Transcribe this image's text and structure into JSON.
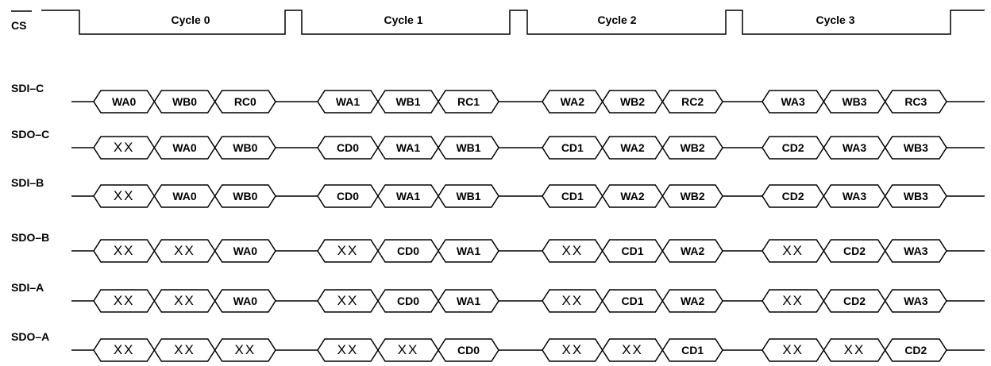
{
  "cs_label": "CS",
  "cycles": [
    "Cycle 0",
    "Cycle 1",
    "Cycle 2",
    "Cycle 3"
  ],
  "signals": [
    {
      "name": "SDI–C",
      "cycles": [
        [
          "WA0",
          "WB0",
          "RC0"
        ],
        [
          "WA1",
          "WB1",
          "RC1"
        ],
        [
          "WA2",
          "WB2",
          "RC2"
        ],
        [
          "WA3",
          "WB3",
          "RC3"
        ]
      ]
    },
    {
      "name": "SDO–C",
      "cycles": [
        [
          "XX",
          "WA0",
          "WB0"
        ],
        [
          "CD0",
          "WA1",
          "WB1"
        ],
        [
          "CD1",
          "WA2",
          "WB2"
        ],
        [
          "CD2",
          "WA3",
          "WB3"
        ]
      ]
    },
    {
      "name": "SDI–B",
      "cycles": [
        [
          "XX",
          "WA0",
          "WB0"
        ],
        [
          "CD0",
          "WA1",
          "WB1"
        ],
        [
          "CD1",
          "WA2",
          "WB2"
        ],
        [
          "CD2",
          "WA3",
          "WB3"
        ]
      ]
    },
    {
      "name": "SDO–B",
      "cycles": [
        [
          "XX",
          "XX",
          "WA0"
        ],
        [
          "XX",
          "CD0",
          "WA1"
        ],
        [
          "XX",
          "CD1",
          "WA2"
        ],
        [
          "XX",
          "CD2",
          "WA3"
        ]
      ]
    },
    {
      "name": "SDI–A",
      "cycles": [
        [
          "XX",
          "XX",
          "WA0"
        ],
        [
          "XX",
          "CD0",
          "WA1"
        ],
        [
          "XX",
          "CD1",
          "WA2"
        ],
        [
          "XX",
          "CD2",
          "WA3"
        ]
      ]
    },
    {
      "name": "SDO–A",
      "cycles": [
        [
          "XX",
          "XX",
          "XX"
        ],
        [
          "XX",
          "XX",
          "CD0"
        ],
        [
          "XX",
          "XX",
          "CD1"
        ],
        [
          "XX",
          "XX",
          "CD2"
        ]
      ]
    }
  ]
}
